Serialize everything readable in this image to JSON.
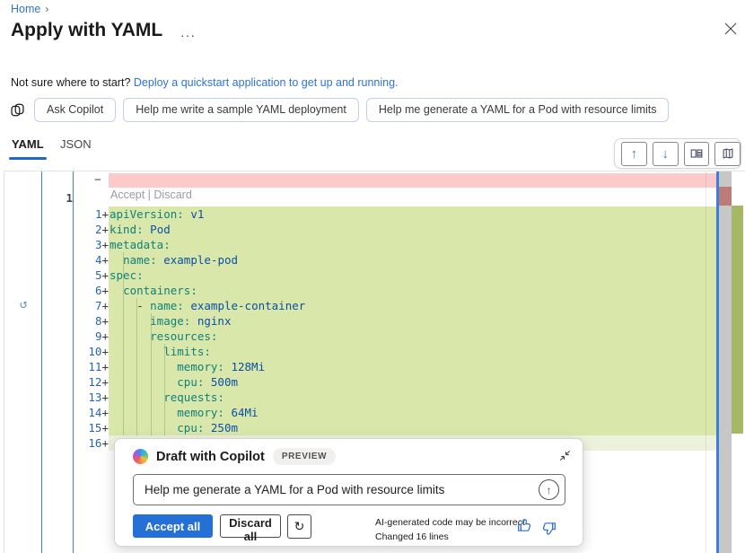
{
  "breadcrumb": {
    "home": "Home",
    "chevron": "›"
  },
  "header": {
    "title": "Apply with YAML",
    "more": "···"
  },
  "intro": {
    "text": "Not sure where to start?",
    "link": "Deploy a quickstart application to get up and running."
  },
  "copilot_bar": {
    "ask": "Ask Copilot",
    "suggestion1": "Help me write a sample YAML deployment",
    "suggestion2": "Help me generate a YAML for a Pod with resource limits"
  },
  "tabs": {
    "yaml": "YAML",
    "json": "JSON"
  },
  "editor_toolbar": {
    "icons": [
      "arrow-up",
      "arrow-down",
      "split-view",
      "minimap"
    ]
  },
  "editor": {
    "original_line_number": "1",
    "deleted_marker": "−",
    "codelens": "Accept | Discard",
    "revert_icon": "↺",
    "lines": [
      {
        "n": "1",
        "spaces": 0,
        "key": "apiVersion",
        "value": "v1"
      },
      {
        "n": "2",
        "spaces": 0,
        "key": "kind",
        "value": "Pod"
      },
      {
        "n": "3",
        "spaces": 0,
        "key": "metadata",
        "value": null
      },
      {
        "n": "4",
        "spaces": 2,
        "key": "name",
        "value": "example-pod"
      },
      {
        "n": "5",
        "spaces": 0,
        "key": "spec",
        "value": null
      },
      {
        "n": "6",
        "spaces": 2,
        "key": "containers",
        "value": null
      },
      {
        "n": "7",
        "spaces": 4,
        "dash": true,
        "key": "name",
        "value": "example-container"
      },
      {
        "n": "8",
        "spaces": 6,
        "key": "image",
        "value": "nginx"
      },
      {
        "n": "9",
        "spaces": 6,
        "key": "resources",
        "value": null
      },
      {
        "n": "10",
        "spaces": 8,
        "key": "limits",
        "value": null
      },
      {
        "n": "11",
        "spaces": 10,
        "key": "memory",
        "value": "128Mi"
      },
      {
        "n": "12",
        "spaces": 10,
        "key": "cpu",
        "value": "500m"
      },
      {
        "n": "13",
        "spaces": 8,
        "key": "requests",
        "value": null
      },
      {
        "n": "14",
        "spaces": 10,
        "key": "memory",
        "value": "64Mi"
      },
      {
        "n": "15",
        "spaces": 10,
        "key": "cpu",
        "value": "250m"
      },
      {
        "n": "16",
        "empty": true
      }
    ]
  },
  "dialog": {
    "title": "Draft with Copilot",
    "badge": "PREVIEW",
    "input_value": "Help me generate a YAML for a Pod with resource limits",
    "accept_label": "Accept all",
    "discard_label": "Discard all",
    "disclaimer": "AI-generated code may be incorrect",
    "changed": "Changed 16 lines"
  },
  "colors": {
    "accent": "#2f72da",
    "tab_underline": "#2065d1",
    "primary_button": "#2570d6",
    "added_bg": "#d9e7ab",
    "added_faint": "#edf2dc",
    "removed_bg": "#fccaca",
    "yaml_key": "#108079",
    "yaml_value": "#0a50a5",
    "line_number": "#2565ae",
    "sash": "#3d7edb",
    "rail": "#c7c7c7",
    "overview_added": "#a6b768",
    "overview_removed": "#bd7b78",
    "guide_blue": "#3d87c9",
    "thumb": "#2e6fd0"
  }
}
